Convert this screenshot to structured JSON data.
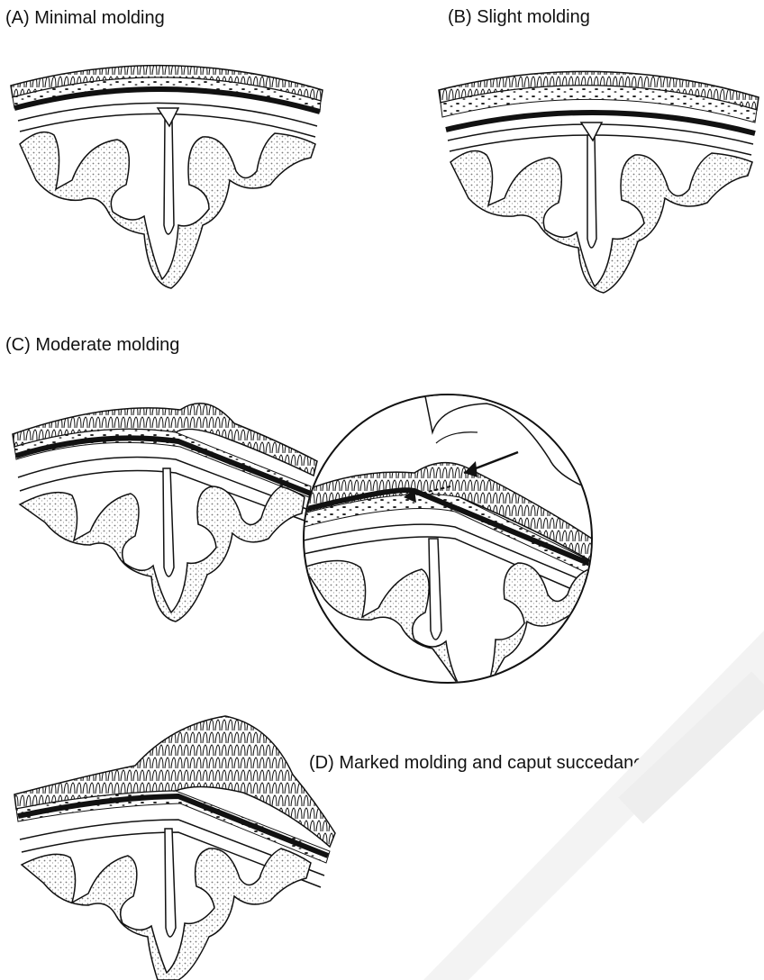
{
  "figure": {
    "panels": [
      {
        "id": "A",
        "label": "(A) Minimal molding"
      },
      {
        "id": "B",
        "label": "(B) Slight molding"
      },
      {
        "id": "C",
        "label": "(C) Moderate molding"
      },
      {
        "id": "D",
        "label": "(D) Marked molding and caput succedaneum"
      }
    ]
  },
  "colors": {
    "ink": "#111111",
    "stipple": "#bdbdbd",
    "watermark": "#f1f1f1"
  }
}
